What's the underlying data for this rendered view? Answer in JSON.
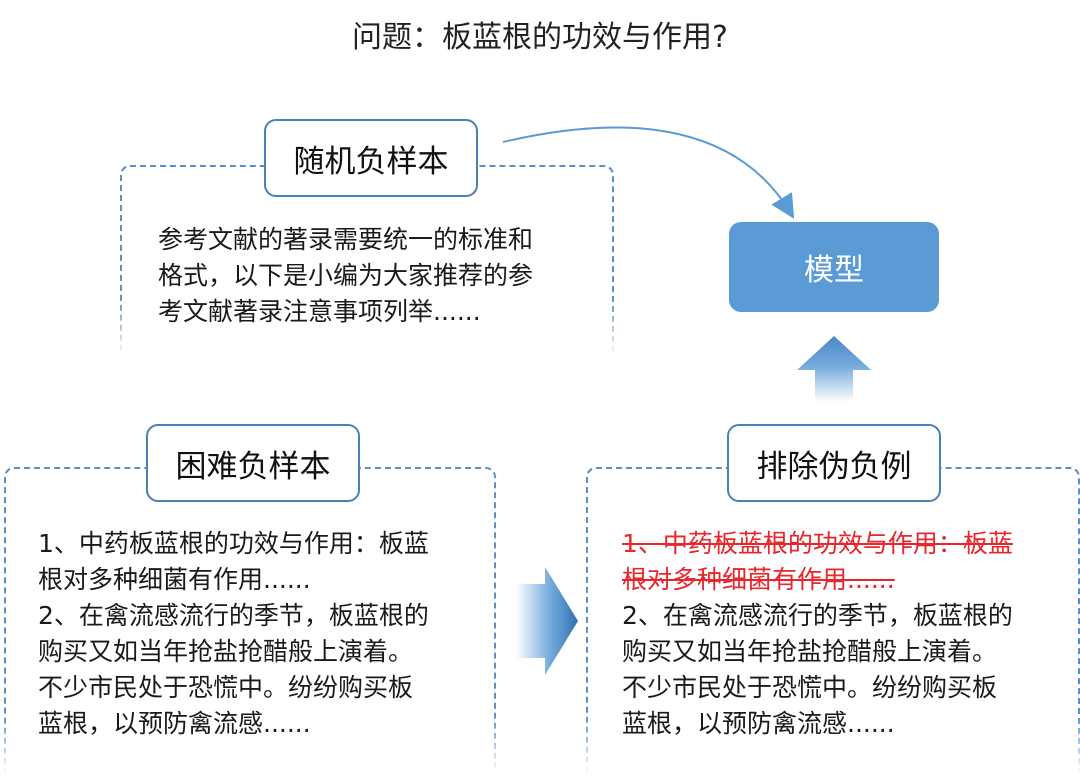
{
  "title": "问题：板蓝根的功效与作用?",
  "random_negative": {
    "label": "随机负样本",
    "lines": [
      "参考文献的著录需要统一的标准和",
      "格式，以下是小编为大家推荐的参",
      "考文献著录注意事项列举......"
    ]
  },
  "model": {
    "label": "模型"
  },
  "hard_negative": {
    "label": "困难负样本",
    "lines": [
      "1、中药板蓝根的功效与作用：板蓝",
      "根对多种细菌有作用......",
      "2、在禽流感流行的季节，板蓝根的",
      "购买又如当年抢盐抢醋般上演着。",
      "不少市民处于恐慌中。纷纷购买板",
      "蓝根，以预防禽流感......"
    ]
  },
  "exclude_false": {
    "label": "排除伪负例",
    "struck_lines": [
      "1、中药板蓝根的功效与作用：板蓝",
      "根对多种细菌有作用......"
    ],
    "lines": [
      "2、在禽流感流行的季节，板蓝根的",
      "购买又如当年抢盐抢醋般上演着。",
      "不少市民处于恐慌中。纷纷购买板",
      "蓝根，以预防禽流感......"
    ]
  },
  "colors": {
    "accent": "#5b9bd5",
    "border": "#4a7fb8",
    "strike": "#e8262b"
  },
  "icons": [
    "curved-arrow-icon",
    "up-arrow-icon",
    "right-arrow-icon"
  ]
}
